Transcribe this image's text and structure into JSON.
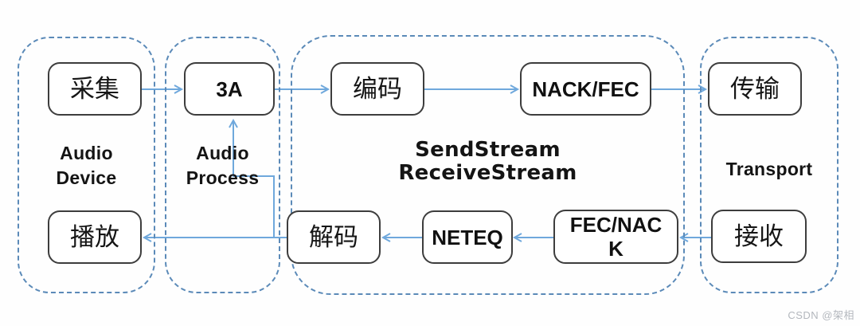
{
  "diagram": {
    "boxes": {
      "capture": "采集",
      "audio_3a": "3A",
      "encode": "编码",
      "nack_fec": "NACK/FEC",
      "transmit": "传输",
      "playback": "播放",
      "decode": "解码",
      "neteq": "NETEQ",
      "fec_nack": {
        "line1": "FEC/NAC",
        "line2": "K"
      },
      "receive": "接收"
    },
    "groups": {
      "audio_device": {
        "line1": "Audio",
        "line2": "Device"
      },
      "audio_process": {
        "line1": "Audio",
        "line2": "Process"
      },
      "stream": {
        "line1": "SendStream",
        "line2": "ReceiveStream"
      },
      "transport": {
        "line1": "Transport"
      }
    },
    "colors": {
      "arrow": "#6fa8dc",
      "group_border": "#5b8ab8",
      "box_border": "#3d3d3d",
      "watermark": "#b3b7bd"
    },
    "watermark": "CSDN @架相"
  }
}
